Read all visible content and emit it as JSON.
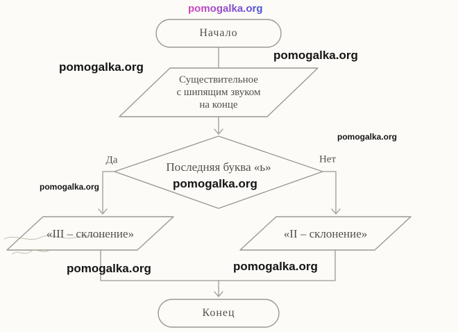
{
  "watermark": {
    "text": "pomogalka.org"
  },
  "flowchart": {
    "start_label": "Начало",
    "condition_input": {
      "lines": [
        "Существительное",
        "с шипящим звуком",
        "на конце"
      ]
    },
    "decision_label": "Последняя буква «ь»",
    "branch_yes": "Да",
    "branch_no": "Нет",
    "result_left": "«III – склонение»",
    "result_right": "«II – склонение»",
    "end_label": "Конец"
  },
  "colors": {
    "bg": "#fcfbf7",
    "line": "#9c9891",
    "text": "#51504e",
    "wm_from": "#d944c0",
    "wm_to": "#4653d6"
  }
}
